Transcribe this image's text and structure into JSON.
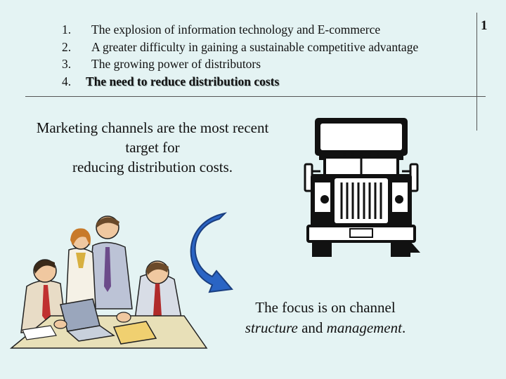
{
  "slide_number": "1",
  "list": [
    {
      "num": "1.",
      "text": "The explosion of information technology and E-commerce"
    },
    {
      "num": "2.",
      "text": "A greater difficulty in gaining a sustainable competitive advantage"
    },
    {
      "num": "3.",
      "text": "The growing power of distributors"
    },
    {
      "num": "4.",
      "text": "The need to reduce distribution costs"
    }
  ],
  "callout_top": {
    "line1": "Marketing channels are the most recent",
    "line2": "target for",
    "line3": "reducing distribution costs."
  },
  "callout_bottom": {
    "prefix": "The focus is on channel",
    "em1": "structure",
    "connector": " and ",
    "em2": "management",
    "suffix": "."
  },
  "colors": {
    "background": "#e4f3f3",
    "arrow": "#2a64c4",
    "truck": "#111111"
  },
  "illustrations": [
    "truck-illustration",
    "curved-arrow",
    "business-team-illustration"
  ]
}
